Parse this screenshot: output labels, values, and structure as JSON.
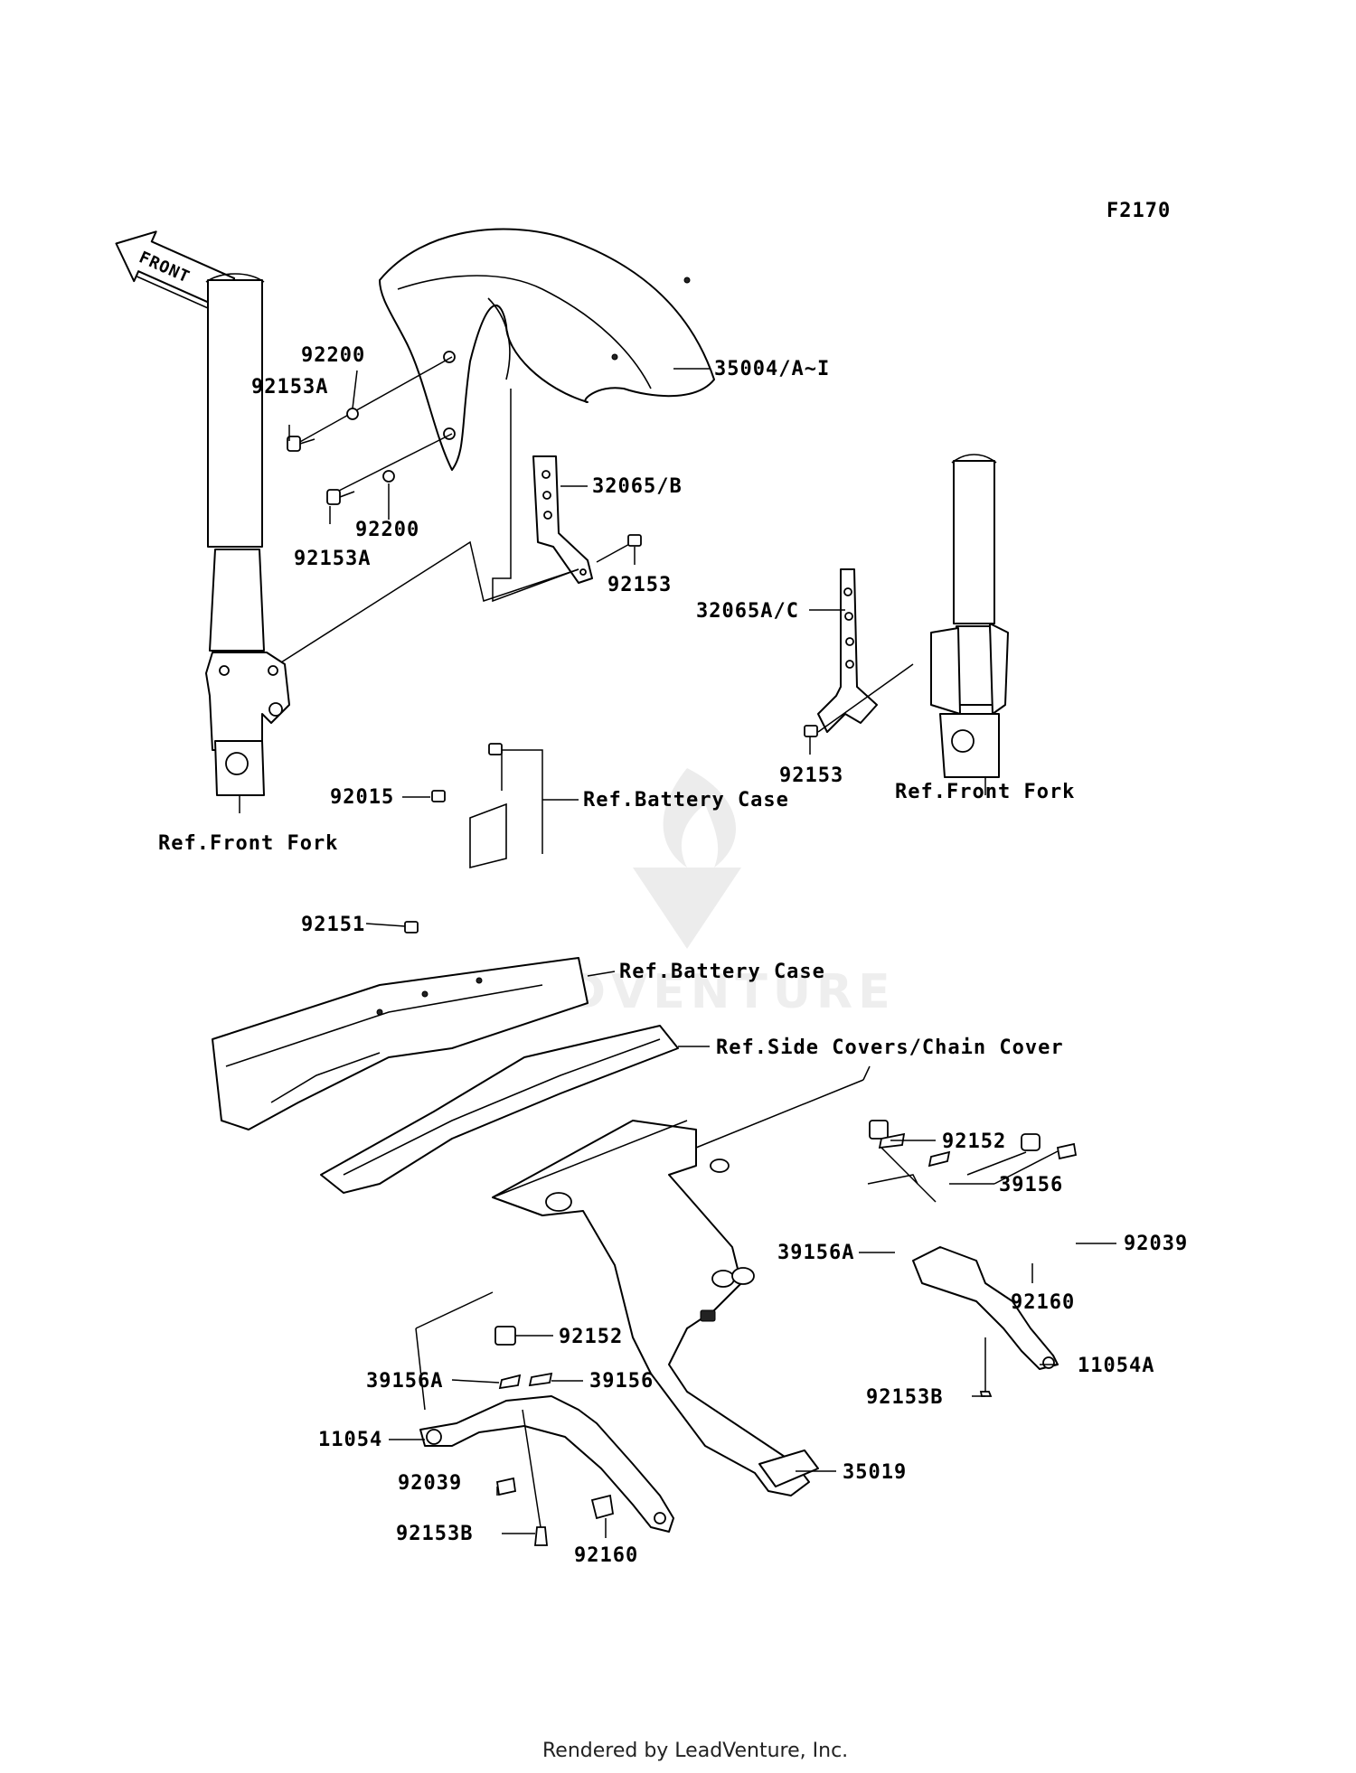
{
  "figure_code": "F2170",
  "front_label": "FRONT",
  "watermark": "LEADVENTURE",
  "footer": "Rendered by LeadVenture, Inc.",
  "parts": [
    {
      "id": "35004",
      "label": "35004/A~I"
    },
    {
      "id": "92200_top",
      "label": "92200"
    },
    {
      "id": "92153A_top",
      "label": "92153A"
    },
    {
      "id": "92200_bot",
      "label": "92200"
    },
    {
      "id": "92153A_bot",
      "label": "92153A"
    },
    {
      "id": "32065B",
      "label": "32065/B"
    },
    {
      "id": "92153_left",
      "label": "92153"
    },
    {
      "id": "32065AC",
      "label": "32065A/C"
    },
    {
      "id": "92153_right",
      "label": "92153"
    },
    {
      "id": "ref_front_fork_right",
      "label": "Ref.Front Fork"
    },
    {
      "id": "ref_front_fork_left",
      "label": "Ref.Front Fork"
    },
    {
      "id": "92015",
      "label": "92015"
    },
    {
      "id": "ref_battery_case_1",
      "label": "Ref.Battery Case"
    },
    {
      "id": "92151",
      "label": "92151"
    },
    {
      "id": "ref_battery_case_2",
      "label": "Ref.Battery Case"
    },
    {
      "id": "ref_side_covers",
      "label": "Ref.Side Covers/Chain Cover"
    },
    {
      "id": "92152_right",
      "label": "92152"
    },
    {
      "id": "39156_right",
      "label": "39156"
    },
    {
      "id": "39156A_right",
      "label": "39156A"
    },
    {
      "id": "92039_right",
      "label": "92039"
    },
    {
      "id": "92160_right",
      "label": "92160"
    },
    {
      "id": "11054A",
      "label": "11054A"
    },
    {
      "id": "92153B_right",
      "label": "92153B"
    },
    {
      "id": "92152_left",
      "label": "92152"
    },
    {
      "id": "39156A_left",
      "label": "39156A"
    },
    {
      "id": "39156_left",
      "label": "39156"
    },
    {
      "id": "11054",
      "label": "11054"
    },
    {
      "id": "92039_left",
      "label": "92039"
    },
    {
      "id": "35019",
      "label": "35019"
    },
    {
      "id": "92153B_left",
      "label": "92153B"
    },
    {
      "id": "92160_left",
      "label": "92160"
    }
  ]
}
